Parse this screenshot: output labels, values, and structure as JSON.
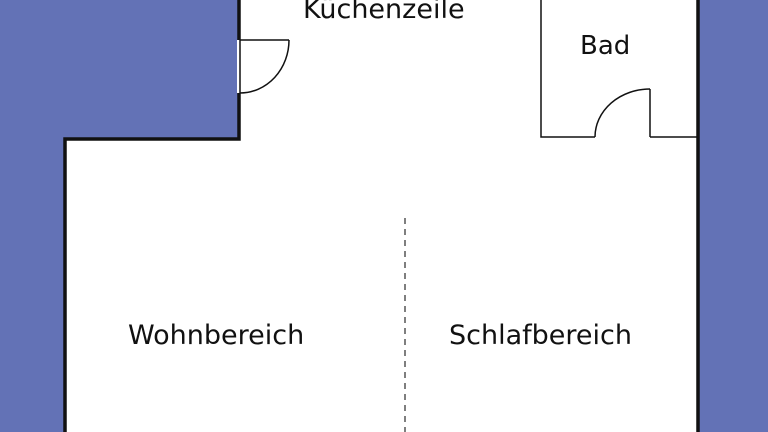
{
  "floorplan": {
    "rooms": {
      "kitchen": "Küchenzeile",
      "bath": "Bad",
      "living": "Wohnbereich",
      "sleeping": "Schlafbereich"
    },
    "colors": {
      "outside": "#6372b6",
      "wall": "#111111",
      "floor": "#ffffff"
    }
  }
}
